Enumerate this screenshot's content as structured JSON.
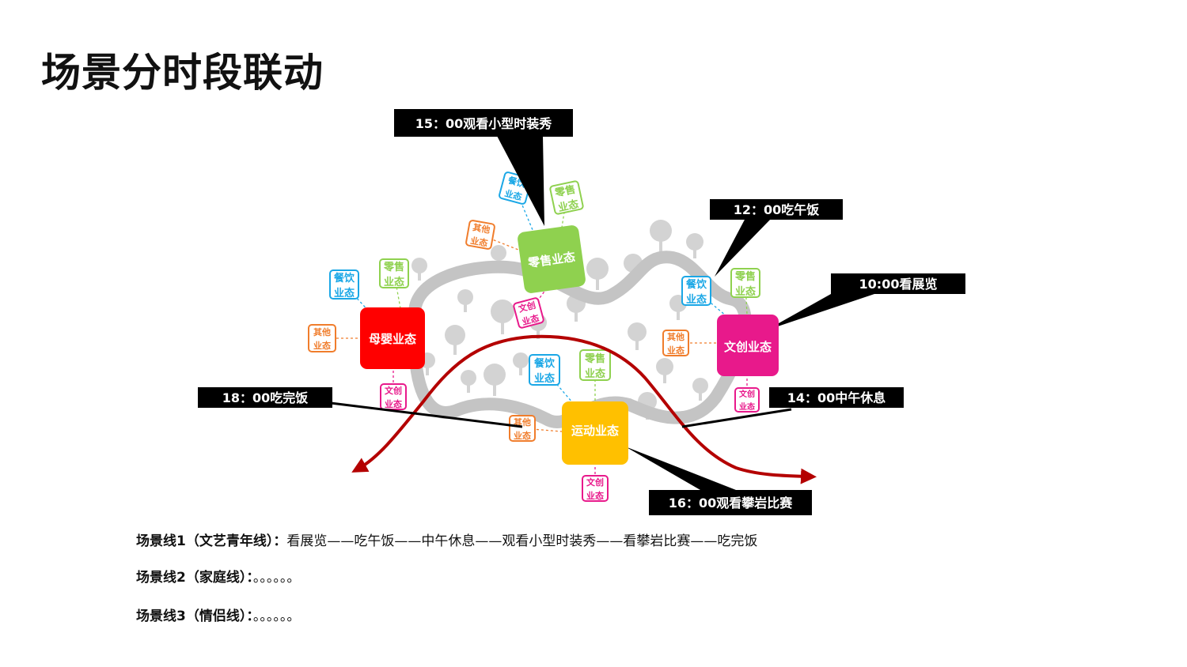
{
  "title": "场景分时段联动",
  "colors": {
    "retail": "#8fd14f",
    "dining": "#1aa7e6",
    "culture": "#e8198b",
    "other": "#f07d2c",
    "maternity": "#ff0000",
    "sports": "#ffc000",
    "path": "#c0c0c0",
    "route": "#b40000",
    "callout": "#000000"
  },
  "hubs": {
    "retail": "零售业态",
    "maternity": "母婴业态",
    "culture": "文创业态",
    "sports": "运动业态"
  },
  "small": {
    "dining": [
      "餐饮",
      "业态"
    ],
    "retail": [
      "零售",
      "业态"
    ],
    "culture": [
      "文创",
      "业态"
    ],
    "other": [
      "其他",
      "业态"
    ]
  },
  "callouts": {
    "c1500": "15：00观看小型时装秀",
    "c1200": "12：00吃午饭",
    "c1000": "10:00看展览",
    "c1800": "18：00吃完饭",
    "c1400": "14：00中午休息",
    "c1600": "16：00观看攀岩比赛"
  },
  "scenes": [
    {
      "label": "场景线1（文艺青年线）：",
      "text": "看展览——吃午饭——中午休息——观看小型时装秀——看攀岩比赛——吃完饭"
    },
    {
      "label": "场景线2（家庭线）：",
      "text": "。。。。。。"
    },
    {
      "label": "场景线3（情侣线）：",
      "text": "。。。。。。"
    }
  ]
}
